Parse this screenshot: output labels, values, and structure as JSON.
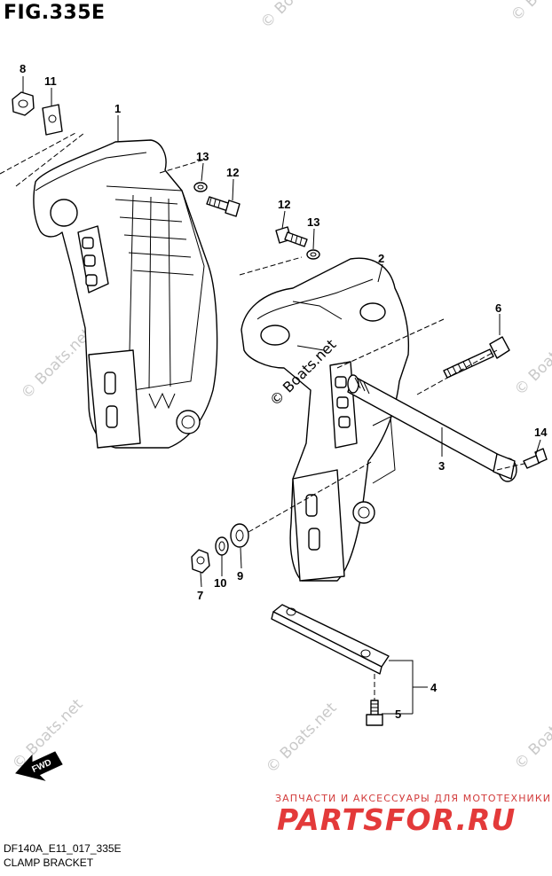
{
  "figure": {
    "title": "FIG.335E"
  },
  "footer": {
    "code": "DF140A_E11_017_335E",
    "name": "CLAMP BRACKET"
  },
  "watermark": {
    "text": "© Boats.net"
  },
  "promo": {
    "tagline": "ЗАПЧАСТИ И АКСЕССУАРЫ ДЛЯ МОТОТЕХНИКИ",
    "brand": "PARTSFOR.RU",
    "color": "#e33a3a"
  },
  "fwd_arrow": {
    "label": "FWD"
  },
  "callouts": {
    "c1": "1",
    "c2": "2",
    "c3": "3",
    "c4": "4",
    "c5": "5",
    "c6": "6",
    "c7": "7",
    "c8": "8",
    "c9": "9",
    "c10": "10",
    "c11": "11",
    "c12a": "12",
    "c12b": "12",
    "c13a": "13",
    "c13b": "13",
    "c14": "14"
  }
}
